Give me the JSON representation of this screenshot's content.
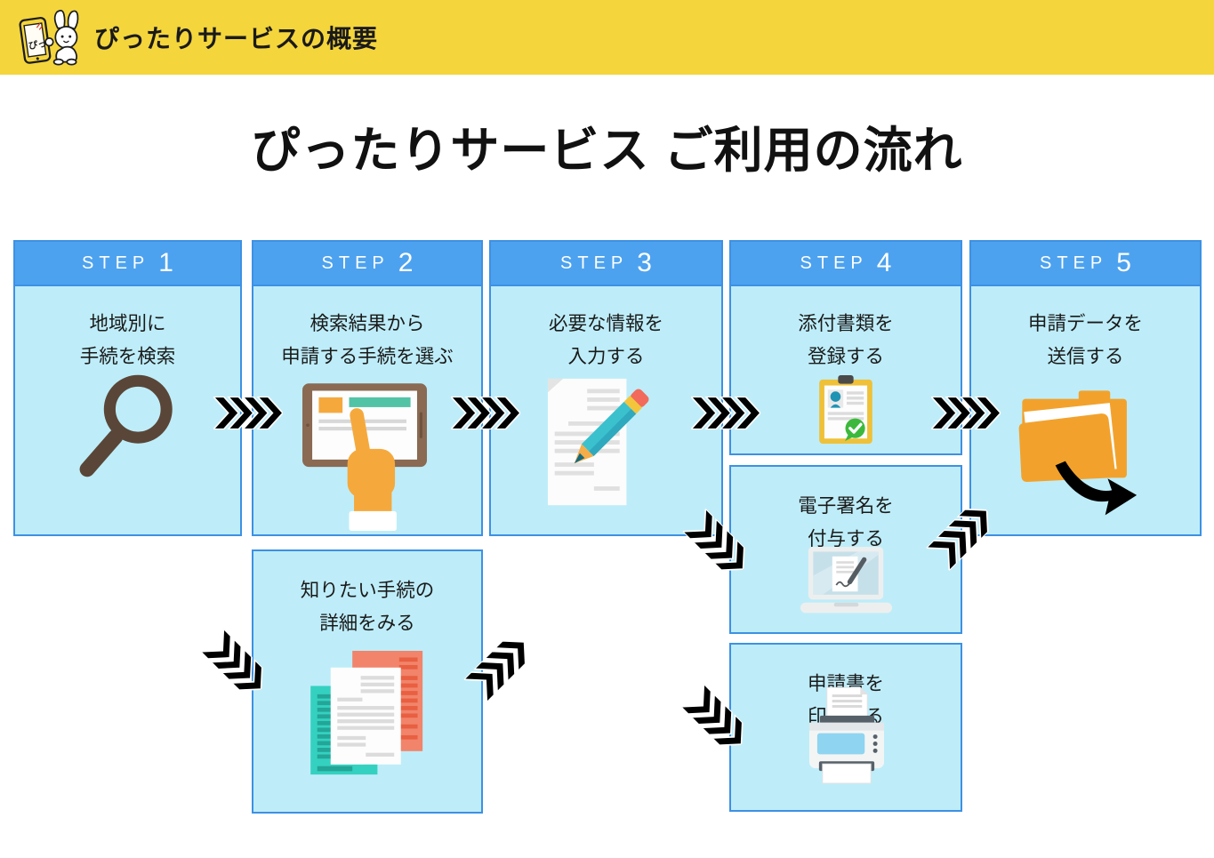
{
  "header": {
    "title": "ぴったりサービスの概要",
    "mascot_icon": "pittari-rabbit-with-smartphone",
    "mascot_phone_text": "ぴっ",
    "bg_color": "#F4D53C"
  },
  "page_title": "ぴったりサービス ご利用の流れ",
  "colors": {
    "step_header_bg": "#4DA2EF",
    "box_border": "#3D91E4",
    "box_bg": "#BEEDF9",
    "arrow_color": "#000000",
    "topbar_bg": "#F4D53C"
  },
  "steps": [
    {
      "label": "STEP",
      "number": "1",
      "line1": "地域別に",
      "line2": "手続を検索",
      "icon": "magnifier-icon"
    },
    {
      "label": "STEP",
      "number": "2",
      "line1": "検索結果から",
      "line2": "申請する手続を選ぶ",
      "icon": "tablet-tap-icon"
    },
    {
      "label": "STEP",
      "number": "3",
      "line1": "必要な情報を",
      "line2": "入力する",
      "icon": "document-pencil-icon"
    },
    {
      "label": "STEP",
      "number": "4",
      "line1": "添付書類を",
      "line2": "登録する",
      "icon": "clipboard-check-icon"
    },
    {
      "label": "STEP",
      "number": "5",
      "line1": "申請データを",
      "line2": "送信する",
      "icon": "folder-send-icon"
    }
  ],
  "sub_boxes": [
    {
      "line1": "知りたい手続の",
      "line2": "詳細をみる",
      "icon": "stacked-documents-icon"
    },
    {
      "line1": "電子署名を",
      "line2": "付与する",
      "icon": "laptop-signature-icon"
    },
    {
      "line1": "申請書を",
      "line2": "印刷する",
      "icon": "printer-icon"
    }
  ],
  "arrows": {
    "horizontal_icon": "chevron-right-arrow",
    "diagonal_down_icon": "chevron-down-right-arrow",
    "diagonal_up_icon": "chevron-up-right-arrow",
    "horizontal_count": 4,
    "diagonal_count": 5
  }
}
